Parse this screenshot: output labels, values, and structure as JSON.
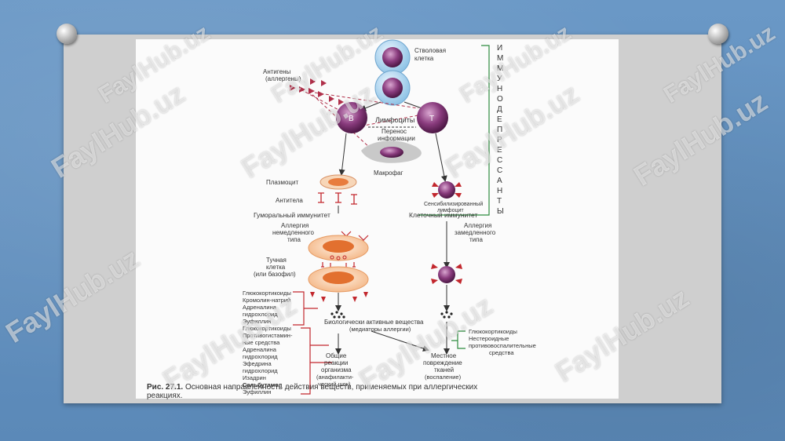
{
  "watermark": "FaylHub.uz",
  "diagram": {
    "stem_cell": [
      "Стволовая",
      "клетка"
    ],
    "antigens": [
      "Антигены",
      "(аллергены)"
    ],
    "b_label": "B",
    "t_label": "T",
    "lymphocytes": "Лимфоциты",
    "info_transfer": [
      "Перенос",
      "информации"
    ],
    "macrophage": "Макрофаг",
    "immunosuppressants": [
      "И",
      "М",
      "М",
      "У",
      "Н",
      "О",
      "Д",
      "Е",
      "П",
      "Р",
      "Е",
      "С",
      "С",
      "А",
      "Н",
      "Т",
      "Ы"
    ],
    "plasmocyte": "Плазмоцит",
    "antibodies": "Антитела",
    "sensitized_lymphocyte": [
      "Сенсибилизированный",
      "лимфоцит"
    ],
    "humoral_immunity": "Гуморальный иммунитет",
    "cellular_immunity": "Клеточный иммунитет",
    "immediate_allergy": [
      "Аллергия",
      "немедленного",
      "типа"
    ],
    "delayed_allergy": [
      "Аллергия",
      "замедленного",
      "типа"
    ],
    "mast_cell": [
      "Тучная",
      "клетка",
      "(или базофил)"
    ],
    "drugs_group1": [
      "Глюкокортикоиды",
      "Кромолин-натрий",
      "Адреналина",
      "гидрохлорид",
      "Эуфиллин"
    ],
    "drugs_group2": [
      "Глюкокортикоиды",
      "Противогистамин-",
      "ные средства",
      "Адреналина",
      "гидрохлорид",
      "Эфедрина",
      "гидрохлорид",
      "Изадрин",
      "Сальбутамол",
      "Эуфиллин"
    ],
    "drugs_group3": [
      "Глюкокортикоиды",
      "Нестероидные",
      "противовоспалительные",
      "средства"
    ],
    "bioactive": [
      "Биологически активные вещества",
      "(медиаторы аллергии)"
    ],
    "general_reactions": [
      "Общие",
      "реакции",
      "организма",
      "(анафилакти-",
      "ческий шок)"
    ],
    "local_damage": [
      "Местное",
      "повреждение",
      "тканей",
      "(воспаление)"
    ],
    "caption_bold": "Рис. 27.1.",
    "caption_line1": "Основная направленность действия веществ, применяемых при аллергических",
    "caption_line2": "реакциях."
  },
  "colors": {
    "background": "#5f8fbd",
    "panel": "#cfcfcf",
    "cell_purple": "#7a2f6e",
    "cell_blue": "#a9d3ef",
    "antigen_red": "#b0304a",
    "drug_red": "#c2272d",
    "suppress_green": "#2e8b3f",
    "mast_orange": "#f0a36a"
  }
}
